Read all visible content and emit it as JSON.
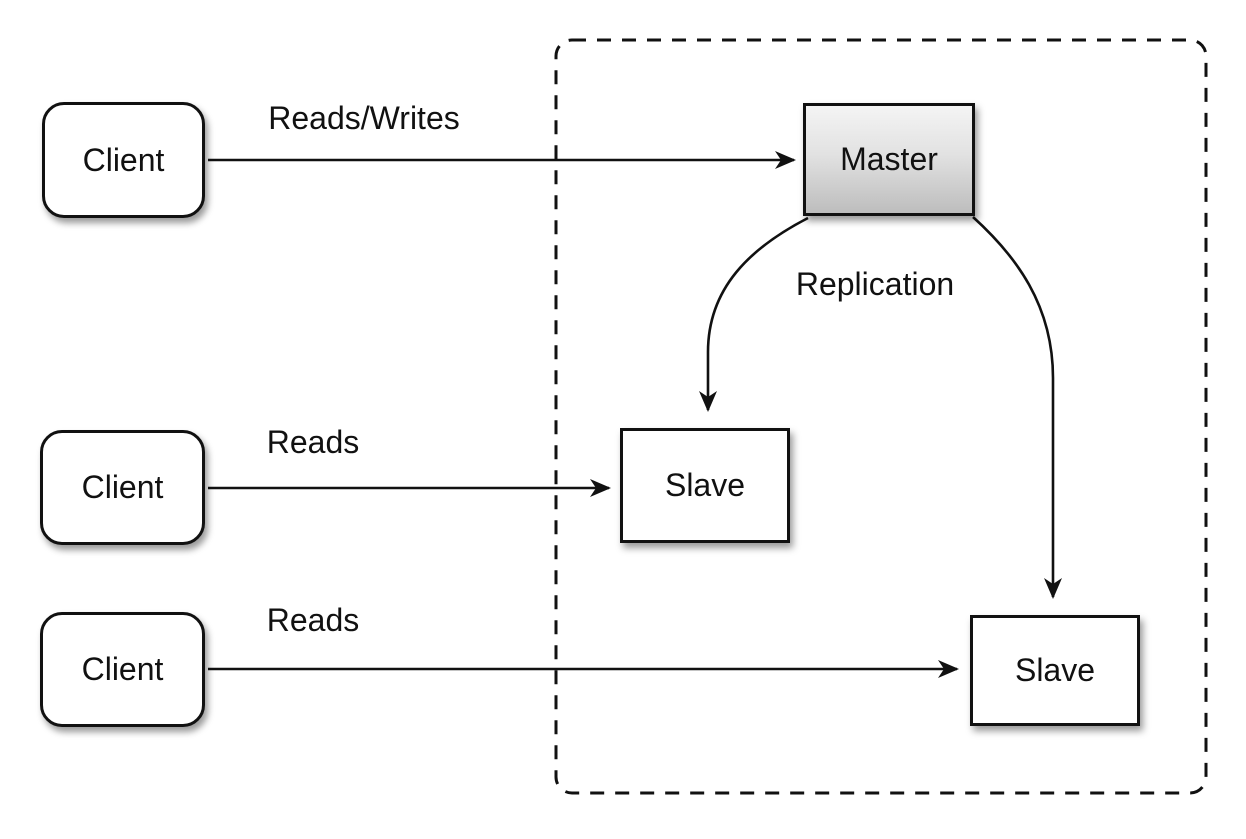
{
  "diagram_type": "master-slave-replication-architecture",
  "nodes": {
    "client1": {
      "label": "Client",
      "shape": "rounded-rect",
      "fill": "#ffffff"
    },
    "client2": {
      "label": "Client",
      "shape": "rounded-rect",
      "fill": "#ffffff"
    },
    "client3": {
      "label": "Client",
      "shape": "rounded-rect",
      "fill": "#ffffff"
    },
    "master": {
      "label": "Master",
      "shape": "rect",
      "fill_gradient_top": "#f4f4f4",
      "fill_gradient_bottom": "#bdbdbd"
    },
    "slave1": {
      "label": "Slave",
      "shape": "rect",
      "fill": "#ffffff"
    },
    "slave2": {
      "label": "Slave",
      "shape": "rect",
      "fill": "#ffffff"
    }
  },
  "edges": {
    "client1_master": {
      "label": "Reads/Writes",
      "from": "client1",
      "to": "master",
      "style": "straight-arrow"
    },
    "client2_slave1": {
      "label": "Reads",
      "from": "client2",
      "to": "slave1",
      "style": "straight-arrow"
    },
    "client3_slave2": {
      "label": "Reads",
      "from": "client3",
      "to": "slave2",
      "style": "straight-arrow"
    },
    "master_slave1": {
      "label": "",
      "from": "master",
      "to": "slave1",
      "style": "curved-arrow"
    },
    "master_slave2": {
      "label": "",
      "from": "master",
      "to": "slave2",
      "style": "curved-arrow"
    },
    "replication_label": {
      "label": "Replication"
    }
  },
  "boundary": {
    "name": "replication-group",
    "style": "dashed-rounded-rect"
  },
  "colors": {
    "stroke": "#111111",
    "background": "#ffffff",
    "master_fill_top": "#f4f4f4",
    "master_fill_bottom": "#bdbdbd",
    "shadow": "rgba(0,0,0,0.40)"
  }
}
